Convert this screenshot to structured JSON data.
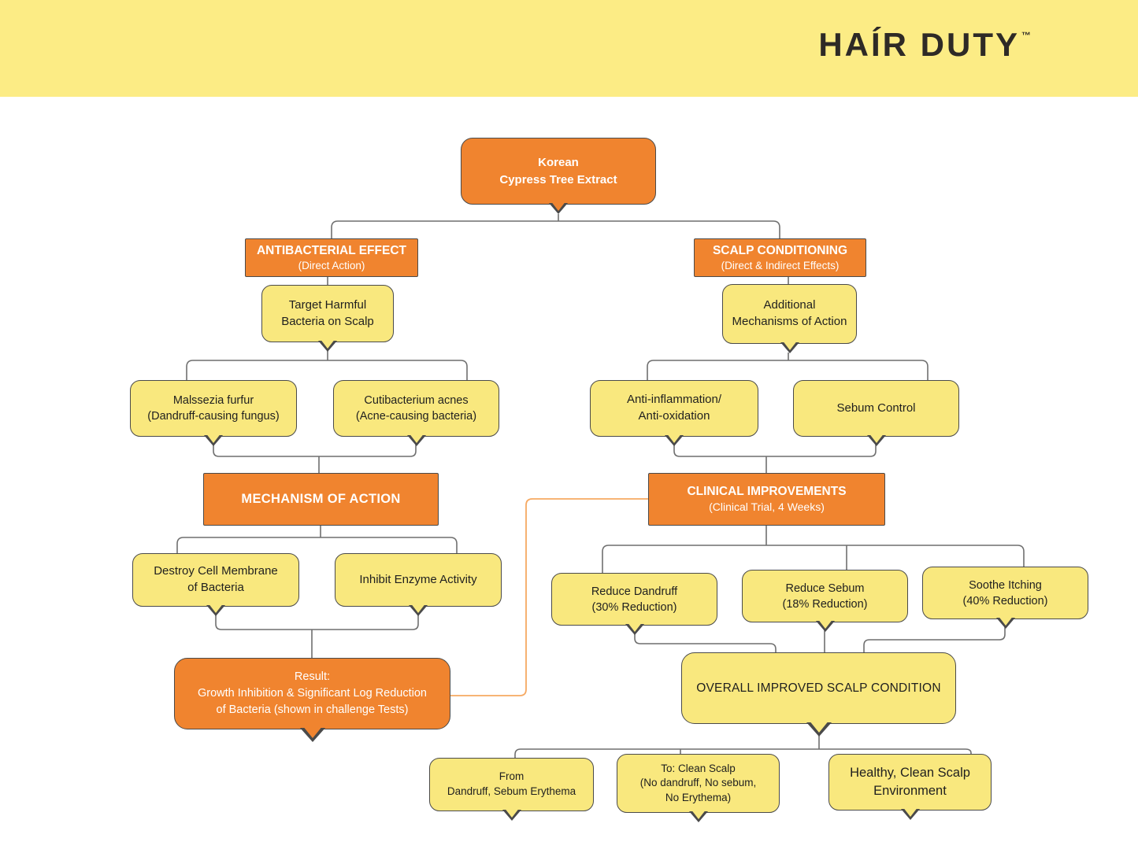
{
  "brand": {
    "name": "HAÍR DUTY",
    "tm": "™"
  },
  "colors": {
    "banner_yellow": "#FCEC85",
    "box_yellow": "#F9E87E",
    "box_orange": "#F0842F",
    "connector_gray": "#6F6F6F",
    "connector_orange": "#F6A962",
    "text_dark": "#1F1F1F",
    "text_light": "#FFFFFF"
  },
  "nodes": {
    "root": {
      "text": "Korean\nCypress Tree Extract"
    },
    "antibacterial": {
      "title": "ANTIBACTERIAL EFFECT",
      "subtitle": "(Direct Action)"
    },
    "scalp_conditioning": {
      "title": "SCALP CONDITIONING",
      "subtitle": "(Direct & Indirect Effects)"
    },
    "target_bacteria": {
      "text": "Target Harmful\nBacteria on Scalp"
    },
    "additional_mechanisms": {
      "text": "Additional\nMechanisms of Action"
    },
    "malssezia": {
      "text": "Malssezia furfur\n(Dandruff-causing fungus)"
    },
    "cutibacterium": {
      "text": "Cutibacterium acnes\n(Acne-causing bacteria)"
    },
    "anti_inflammation": {
      "text": "Anti-inflammation/\nAnti-oxidation"
    },
    "sebum_control": {
      "text": "Sebum Control"
    },
    "mechanism": {
      "title": "MECHANISM OF ACTION"
    },
    "clinical": {
      "title": "CLINICAL IMPROVEMENTS",
      "subtitle": "(Clinical Trial, 4 Weeks)"
    },
    "destroy_membrane": {
      "text": "Destroy Cell Membrane\nof Bacteria"
    },
    "inhibit_enzyme": {
      "text": "Inhibit Enzyme Activity"
    },
    "reduce_dandruff": {
      "text": "Reduce Dandruff\n(30% Reduction)"
    },
    "reduce_sebum": {
      "text": "Reduce Sebum\n(18% Reduction)"
    },
    "soothe_itching": {
      "text": "Soothe Itching\n(40% Reduction)"
    },
    "result": {
      "text": "Result:\nGrowth Inhibition & Significant Log Reduction\nof Bacteria (shown in challenge Tests)"
    },
    "overall": {
      "text": "OVERALL IMPROVED SCALP CONDITION"
    },
    "from_state": {
      "text": "From\nDandruff, Sebum Erythema"
    },
    "to_state": {
      "text": "To: Clean Scalp\n(No dandruff, No sebum,\nNo Erythema)"
    },
    "healthy_scalp": {
      "text": "Healthy, Clean Scalp\nEnvironment"
    }
  }
}
